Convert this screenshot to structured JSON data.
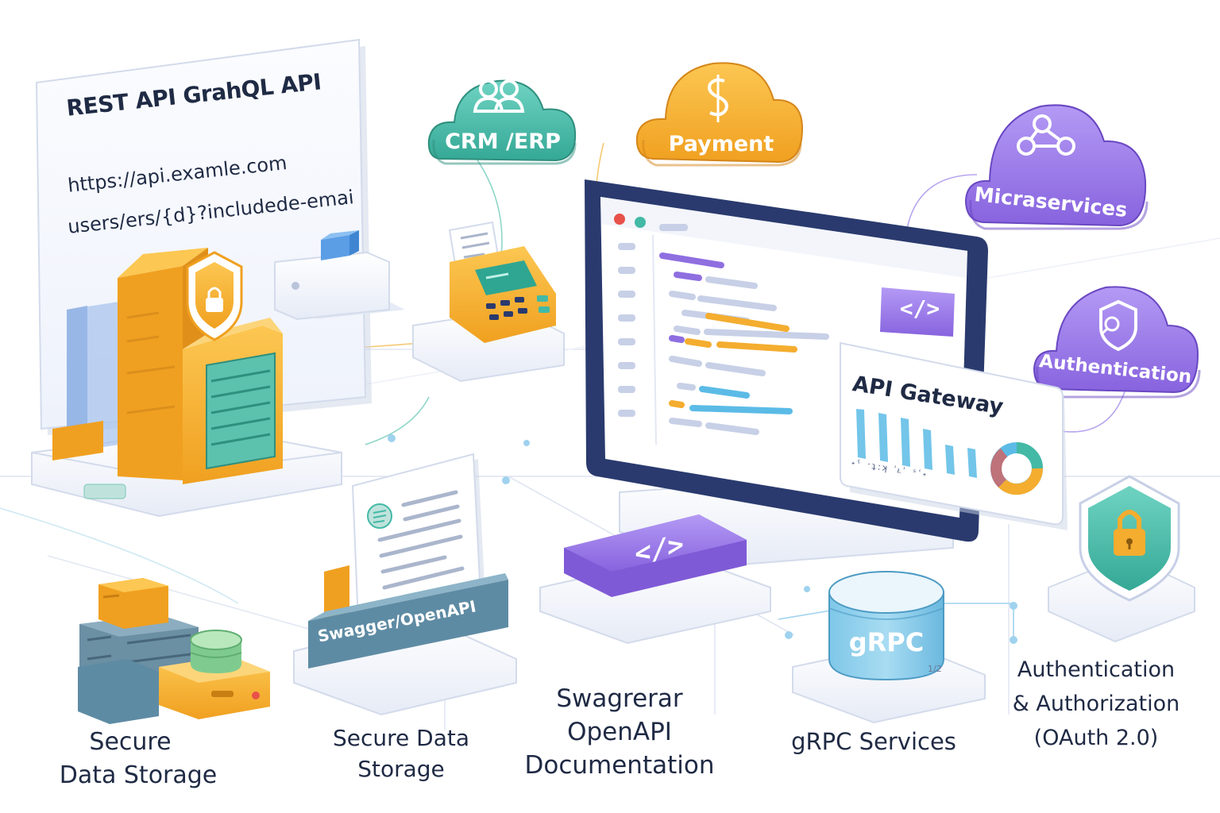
{
  "panel": {
    "title": "REST API  GrahQL API",
    "url_line1": "https://api.examle.com",
    "url_line2": "users/ers/{d}?includede-email"
  },
  "clouds": {
    "crm": {
      "label": "CRM /ERP",
      "color": "#43b9a6",
      "icon": "users-icon"
    },
    "payment": {
      "label": "Payment",
      "color": "#f4ad2f",
      "icon": "dollar-icon"
    },
    "micro": {
      "label": "Micraservices",
      "color": "#8f6ee0",
      "icon": "network-icon"
    },
    "auth": {
      "label": "Authentication",
      "color": "#8f6ee0",
      "icon": "shield-user-icon"
    }
  },
  "gateway": {
    "title": "API Gateway",
    "axis_text": "˖ˤ ˑʇːʞ ˈᴌʾ ˢʿ˖"
  },
  "code_badge": {
    "text": "</>"
  },
  "swagger_badge": {
    "label": "Swagger/OpenAPI"
  },
  "grpc": {
    "label": "gRPC",
    "small": "1/2"
  },
  "captions": {
    "storage1_line1": "Secure",
    "storage1_line2": "Data Storage",
    "storage2_line1": "Secure Data",
    "storage2_line2": "Storage",
    "swagger_line1": "Swagrerar",
    "swagger_line2": "OpenAPI",
    "swagger_line3": "Documentation",
    "grpc_caption": "gRPC Services",
    "auth_line1": "Authentication",
    "auth_line2": "& Authorization",
    "auth_line3": "(OAuth 2.0)"
  },
  "colors": {
    "orange": "#f4ad2f",
    "teal": "#43b9a6",
    "purple": "#8f6ee0",
    "navy": "#2a3a6e",
    "light_blue": "#5bbbe6",
    "ink": "#1f2a44"
  }
}
